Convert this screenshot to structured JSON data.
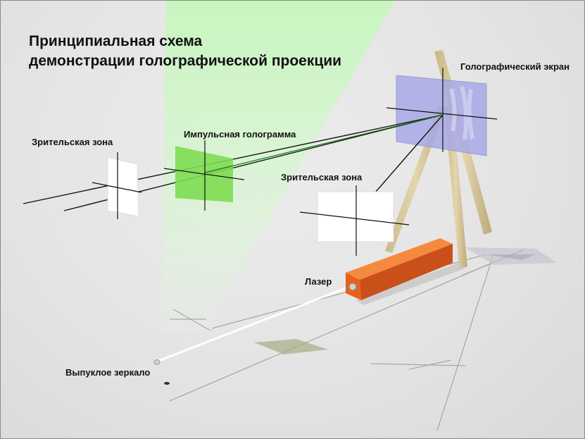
{
  "title": {
    "line1": "Принципиальная схема",
    "line2": "демонстрации голографической проекции"
  },
  "labels": {
    "holographic_screen": "Голографический экран",
    "pulse_hologram": "Импульсная голограмма",
    "viewing_zone_left": "Зрительская зона",
    "viewing_zone_right": "Зрительская зона",
    "laser": "Лазер",
    "convex_mirror": "Выпуклое зеркало"
  },
  "colors": {
    "hologram": "#7ddc52",
    "light_cone": "#b9f3b0",
    "screen": "#a9a9e6",
    "laser_body": "#e8611a",
    "wood": "#d6c79a"
  }
}
